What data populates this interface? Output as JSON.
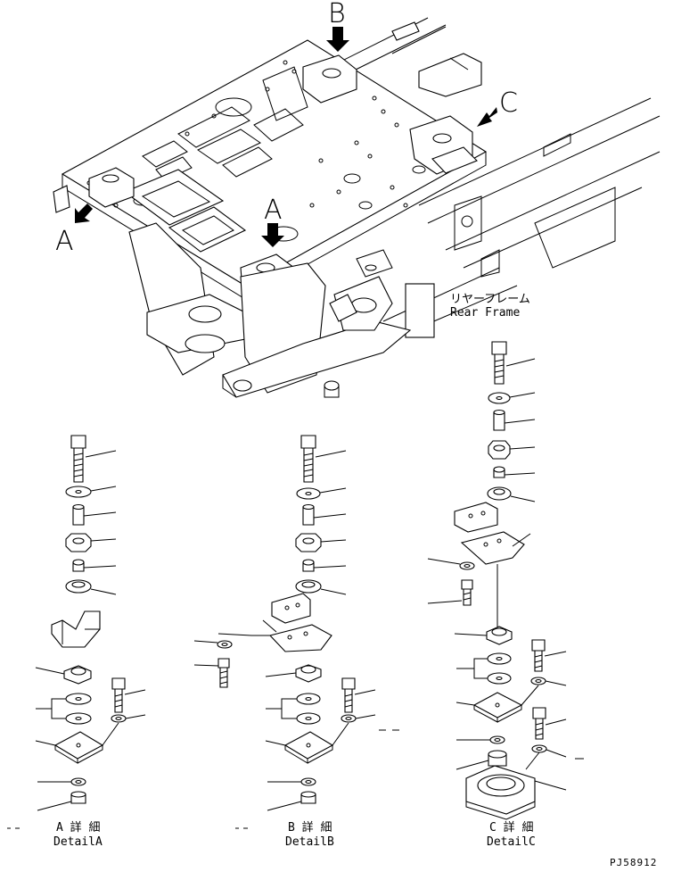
{
  "view_labels": {
    "a_left": "A",
    "a_top": "A",
    "b_top": "B",
    "c_right": "C"
  },
  "rear_frame": {
    "jp": "リヤーフレーム",
    "en": "Rear Frame"
  },
  "details": {
    "a": {
      "jp": "A 詳 細",
      "en": "DetailA"
    },
    "b": {
      "jp": "B 詳 細",
      "en": "DetailB"
    },
    "c": {
      "jp": "C 詳 細",
      "en": "DetailC"
    }
  },
  "drawing_number": "PJ58912",
  "colors": {
    "ink": "#000000",
    "paper": "#ffffff"
  }
}
